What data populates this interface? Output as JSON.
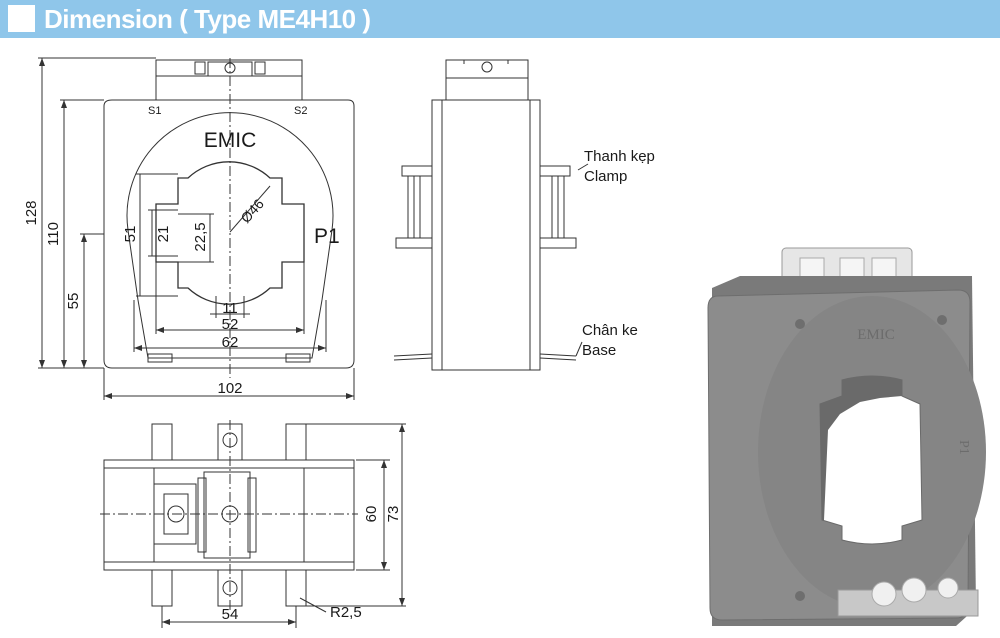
{
  "header": {
    "title": "Dimension ( Type ME4H10 )"
  },
  "front_view": {
    "brand": "EMIC",
    "terminal_s1": "S1",
    "terminal_s2": "S2",
    "terminal_p1": "P1",
    "dim_overall_height": "128",
    "dim_body_height": "110",
    "dim_center_height": "55",
    "dim_window_outer": "51",
    "dim_window_slot": "21",
    "dim_window_inner": "22,5",
    "dim_hole_diameter": "Ø46",
    "dim_small_width": "11",
    "dim_window_width": "52",
    "dim_base_width": "62",
    "dim_overall_width": "102"
  },
  "side_view": {
    "clamp_vi": "Thanh kẹp",
    "clamp_en": "Clamp",
    "base_vi": "Chân ke",
    "base_en": "Base"
  },
  "top_view": {
    "dim_inner": "60",
    "dim_outer": "73",
    "dim_width": "54",
    "dim_radius": "R2,5"
  },
  "photo": {
    "brand": "EMIC",
    "terminal": "P1"
  },
  "colors": {
    "header_bg": "#8fc6ea",
    "line": "#333333",
    "photo_body": "#8a8a8a"
  }
}
